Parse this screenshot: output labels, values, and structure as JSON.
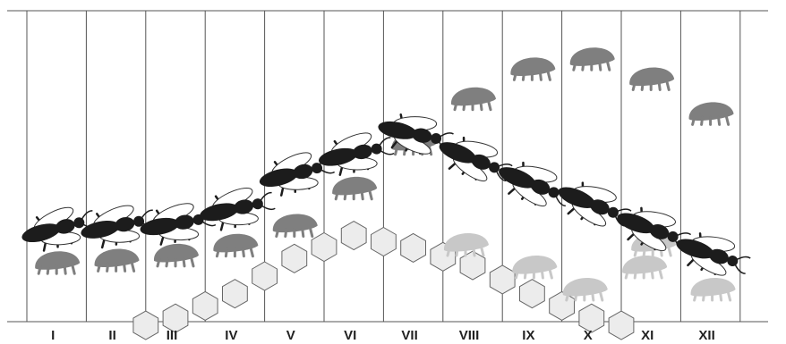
{
  "months": [
    {
      "label": "I",
      "bee_level": 0.3,
      "hive_level": 0.0,
      "mite_level": 0.1
    },
    {
      "label": "II",
      "bee_level": 0.31,
      "hive_level": 0.0,
      "mite_level": 0.11
    },
    {
      "label": "III",
      "bee_level": 0.32,
      "hive_level": 0.08,
      "mite_level": 0.13
    },
    {
      "label": "IV",
      "bee_level": 0.38,
      "hive_level": 0.22,
      "mite_level": 0.17
    },
    {
      "label": "V",
      "bee_level": 0.52,
      "hive_level": 0.42,
      "mite_level": 0.25
    },
    {
      "label": "VI",
      "bee_level": 0.6,
      "hive_level": 0.55,
      "mite_level": 0.4
    },
    {
      "label": "VII",
      "bee_level": 0.68,
      "hive_level": 0.48,
      "mite_level": 0.58
    },
    {
      "label": "VIII",
      "bee_level": 0.58,
      "hive_level": 0.38,
      "mite_level": 0.76
    },
    {
      "label": "IX",
      "bee_level": 0.48,
      "hive_level": 0.22,
      "mite_level": 0.88
    },
    {
      "label": "X",
      "bee_level": 0.4,
      "hive_level": 0.08,
      "mite_level": 0.92
    },
    {
      "label": "XI",
      "bee_level": 0.3,
      "hive_level": 0.0,
      "mite_level": 0.84
    },
    {
      "label": "XII",
      "bee_level": 0.2,
      "hive_level": 0.0,
      "mite_level": 0.7
    }
  ],
  "colors": {
    "bee_body": "#1c1c1c",
    "bee_wing": "#ffffff",
    "mite": "#7f7f7f",
    "mite_faded": "#c8c8c8",
    "hive_cell_fill": "#ececec",
    "hive_cell_stroke": "#666666",
    "grid": "#555555"
  }
}
